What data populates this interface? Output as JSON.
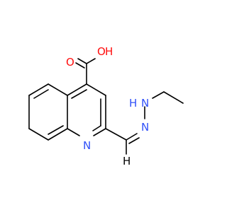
{
  "molecule": {
    "atoms": {
      "carbonyl_oxygen": {
        "symbol": "O",
        "color": "#ff0d0d"
      },
      "hydroxyl_oxygen": {
        "symbol": "O",
        "color": "#ff0d0d"
      },
      "hydroxyl_hydrogen": {
        "symbol": "H",
        "color": "#ff0d0d"
      },
      "ring_nitrogen": {
        "symbol": "N",
        "color": "#3050f8"
      },
      "hydrazone_nitrogen": {
        "symbol": "N",
        "color": "#3050f8"
      },
      "amine_nitrogen": {
        "symbol": "N",
        "color": "#3050f8"
      },
      "amine_hydrogen": {
        "symbol": "H",
        "color": "#3050f8"
      },
      "vinyl_hydrogen": {
        "symbol": "H",
        "color": "#000000"
      }
    }
  }
}
